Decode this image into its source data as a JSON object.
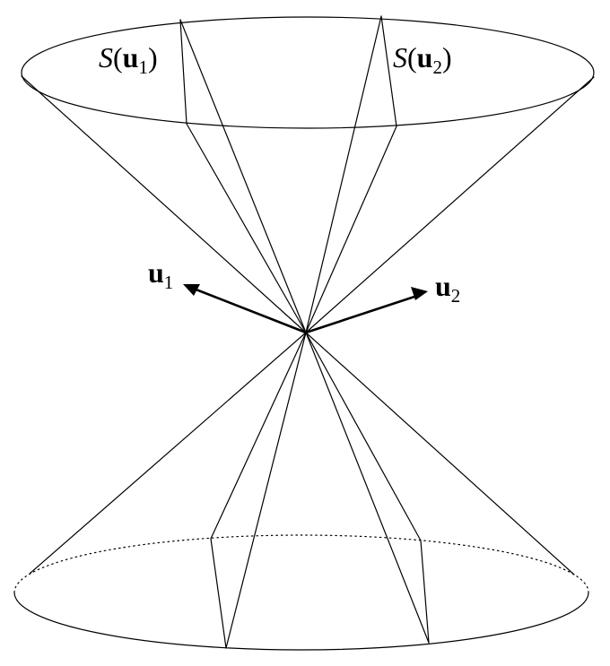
{
  "labels": {
    "s1": {
      "func": "S",
      "open": "(",
      "vec": "u",
      "sub": "1",
      "close": ")"
    },
    "s2": {
      "func": "S",
      "open": "(",
      "vec": "u",
      "sub": "2",
      "close": ")"
    },
    "u1": {
      "vec": "u",
      "sub": "1"
    },
    "u2": {
      "vec": "u",
      "sub": "2"
    }
  }
}
